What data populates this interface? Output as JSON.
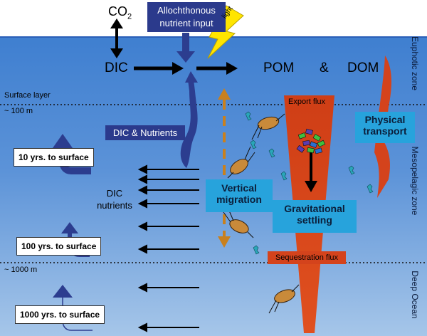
{
  "labels": {
    "co2": "CO",
    "co2_sub": "2",
    "allochthonous": "Allochthonous nutrient input",
    "light": "light",
    "dic": "DIC",
    "pom": "POM",
    "amp": "&",
    "dom": "DOM",
    "surface_layer": "Surface layer",
    "surface_depth": "~ 100 m",
    "export_flux": "Export flux",
    "dic_nutrients": "DIC & Nutrients",
    "physical_transport": "Physical transport",
    "ten_years": "10 yrs. to surface",
    "dic_nutrients_2": "DIC nutrients",
    "vertical_migration": "Vertical migration",
    "gravitational_settling": "Gravitational settling",
    "hundred_years": "100 yrs. to surface",
    "sequestration_flux": "Sequestration flux",
    "deep_depth": "~ 1000 m",
    "thousand_years": "1000 yrs. to surface",
    "euphotic_zone": "Euphotic zone",
    "mesopelagic_zone": "Mesopelagic zone",
    "deep_ocean": "Deep Ocean"
  },
  "colors": {
    "sky": "#ffffff",
    "ocean_top": "#3f7fd0",
    "ocean_bottom": "#9cbfe6",
    "navy_box": "#2b3a8c",
    "navy_arrow": "#2c3d8f",
    "cyan_box": "#27a3dc",
    "red_wedge": "#d4431c",
    "migration_arrow": "#c8801e",
    "light_bolt": "#ffe500"
  }
}
